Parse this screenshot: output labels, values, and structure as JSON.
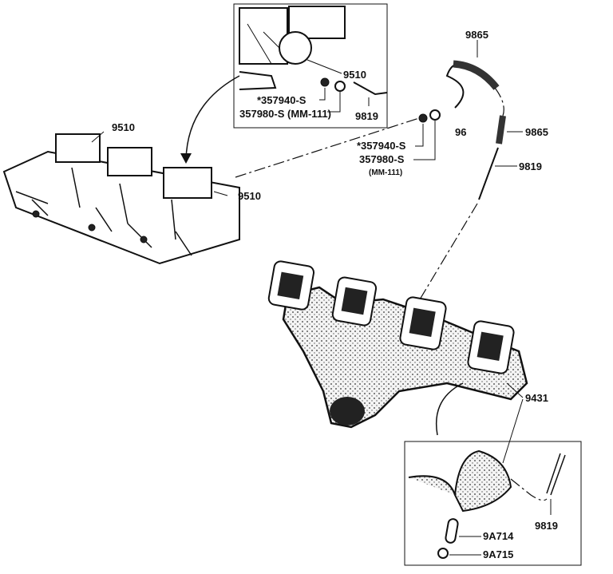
{
  "diagram": {
    "top_inset": {
      "carb_label": "9510",
      "nut_label": "*357940-S",
      "fitting_label": "357980-S (MM-111)",
      "tube_label": "9819"
    },
    "main": {
      "top_hose_label": "9865",
      "carb_left_label": "9510",
      "carb_right_label": "9510",
      "partial_label": "96",
      "mid_hose_label": "9865",
      "nut_label": "*357940-S",
      "fitting_label": "357980-S",
      "fitting_spec": "(MM-111)",
      "tube_label": "9819",
      "manifold_label": "9431"
    },
    "bottom_inset": {
      "tube_label": "9819",
      "insert_label": "9A714",
      "plug_label": "9A715"
    }
  }
}
